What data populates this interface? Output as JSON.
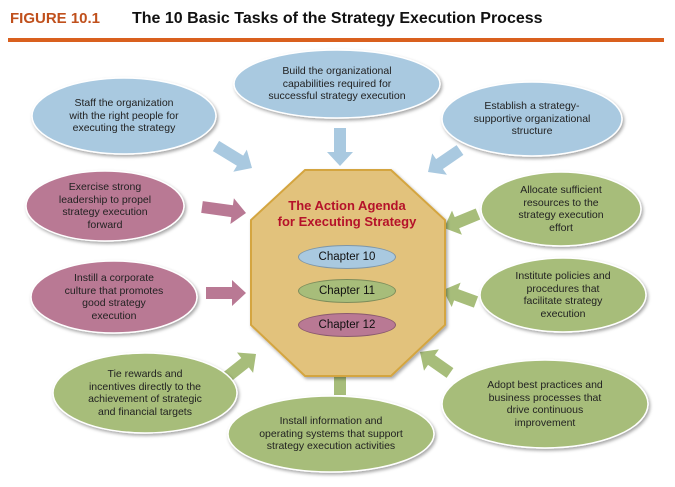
{
  "figure": {
    "label": "FIGURE 10.1",
    "title": "The 10 Basic Tasks of the Strategy Execution Process"
  },
  "center": {
    "title": "The Action Agenda\nfor Executing Strategy",
    "chapters": [
      {
        "label": "Chapter 10",
        "color": "#a9c9e0"
      },
      {
        "label": "Chapter 11",
        "color": "#a7bd7a"
      },
      {
        "label": "Chapter 12",
        "color": "#b97994"
      }
    ]
  },
  "colors": {
    "blue": "#a9c9e0",
    "green": "#a7bd7a",
    "mauve": "#b97994",
    "octagon_fill": "#e2c27c",
    "octagon_border": "#d4a53f",
    "header_accent": "#d9601e",
    "title_red": "#b5122a"
  },
  "tasks": [
    {
      "text": "Staff the organization\nwith the right people for\nexecuting the strategy",
      "color": "blue"
    },
    {
      "text": "Build the organizational\ncapabilities required for\nsuccessful strategy execution",
      "color": "blue"
    },
    {
      "text": "Establish a strategy-\nsupportive organizational\nstructure",
      "color": "blue"
    },
    {
      "text": "Exercise strong\nleadership to propel\nstrategy execution\nforward",
      "color": "mauve"
    },
    {
      "text": "Allocate sufficient\nresources to the\nstrategy execution\neffort",
      "color": "green"
    },
    {
      "text": "Instill a corporate\nculture that promotes\ngood strategy\nexecution",
      "color": "mauve"
    },
    {
      "text": "Institute policies and\nprocedures that\nfacilitate strategy\nexecution",
      "color": "green"
    },
    {
      "text": "Tie rewards and\nincentives directly to the\nachievement of strategic\nand financial targets",
      "color": "green"
    },
    {
      "text": "Install information and\noperating systems that support\nstrategy execution activities",
      "color": "green"
    },
    {
      "text": "Adopt best practices and\nbusiness processes that\ndrive continuous\nimprovement",
      "color": "green"
    }
  ]
}
